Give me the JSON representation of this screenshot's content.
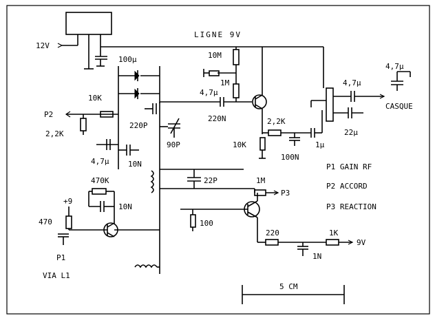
{
  "labels": {
    "supply_in": "12V",
    "ligne": "LIGNE 9V",
    "c_100u": "100µ",
    "r_10m": "10M",
    "r_1m_top": "1M",
    "c_4u7_mid": "4,7µ",
    "r_10k_left": "10K",
    "p2": "P2",
    "r_2k2_left": "2,2K",
    "c_220p": "220P",
    "c_220n": "220N",
    "c_90p": "90P",
    "c_4u7_left": "4,7µ",
    "c_10n_left": "10N",
    "c_4u7_right": "4,7µ",
    "c_4u7_top_right": "4,7µ",
    "casque": "CASQUE",
    "c_22u": "22µ",
    "r_2k2_right": "2,2K",
    "c_1u": "1µ",
    "r_10k_mid": "10K",
    "c_100n": "100N",
    "legend_p1": "P1 GAIN RF",
    "legend_p2": "P2 ACCORD",
    "legend_p3": "P3 REACTION",
    "c_22p": "22P",
    "r_1m_p3": "1M",
    "p3": "P3",
    "r_470k": "470K",
    "plus9": "+9",
    "c_10n_bottom": "10N",
    "r_470": "470",
    "r_100": "100",
    "r_220": "220",
    "r_1k": "1K",
    "out_9v": "9V",
    "c_1n": "1N",
    "p1": "P1",
    "via_l1": "VIA L1",
    "scale": "5 CM"
  }
}
